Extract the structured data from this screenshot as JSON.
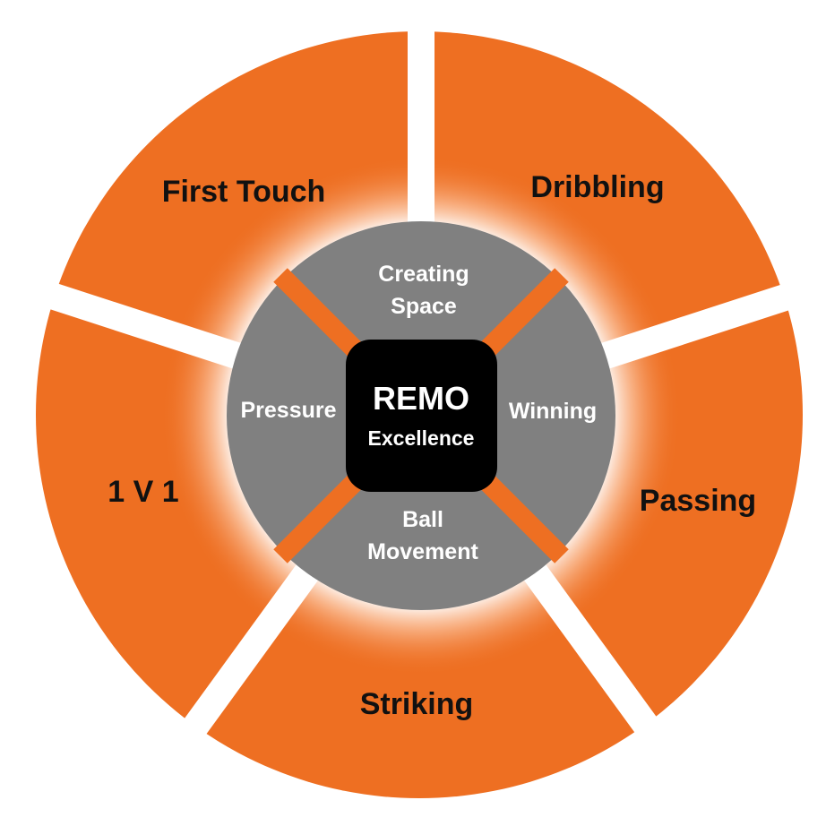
{
  "colors": {
    "outer_ring": "#EE6F22",
    "inner_circle": "#808080",
    "center_box": "#000000",
    "gap": "#ffffff",
    "outer_text": "#111111",
    "inner_text": "#ffffff"
  },
  "center": {
    "title": "REMO",
    "subtitle": "Excellence"
  },
  "outer_segments": [
    {
      "label": "First Touch"
    },
    {
      "label": "Dribbling"
    },
    {
      "label": "Passing"
    },
    {
      "label": "Striking"
    },
    {
      "label": "1 V 1"
    }
  ],
  "inner_segments": [
    {
      "lines": [
        "Creating",
        "Space"
      ]
    },
    {
      "lines": [
        "Winning"
      ]
    },
    {
      "lines": [
        "Ball",
        "Movement"
      ]
    },
    {
      "lines": [
        "Pressure"
      ]
    }
  ]
}
